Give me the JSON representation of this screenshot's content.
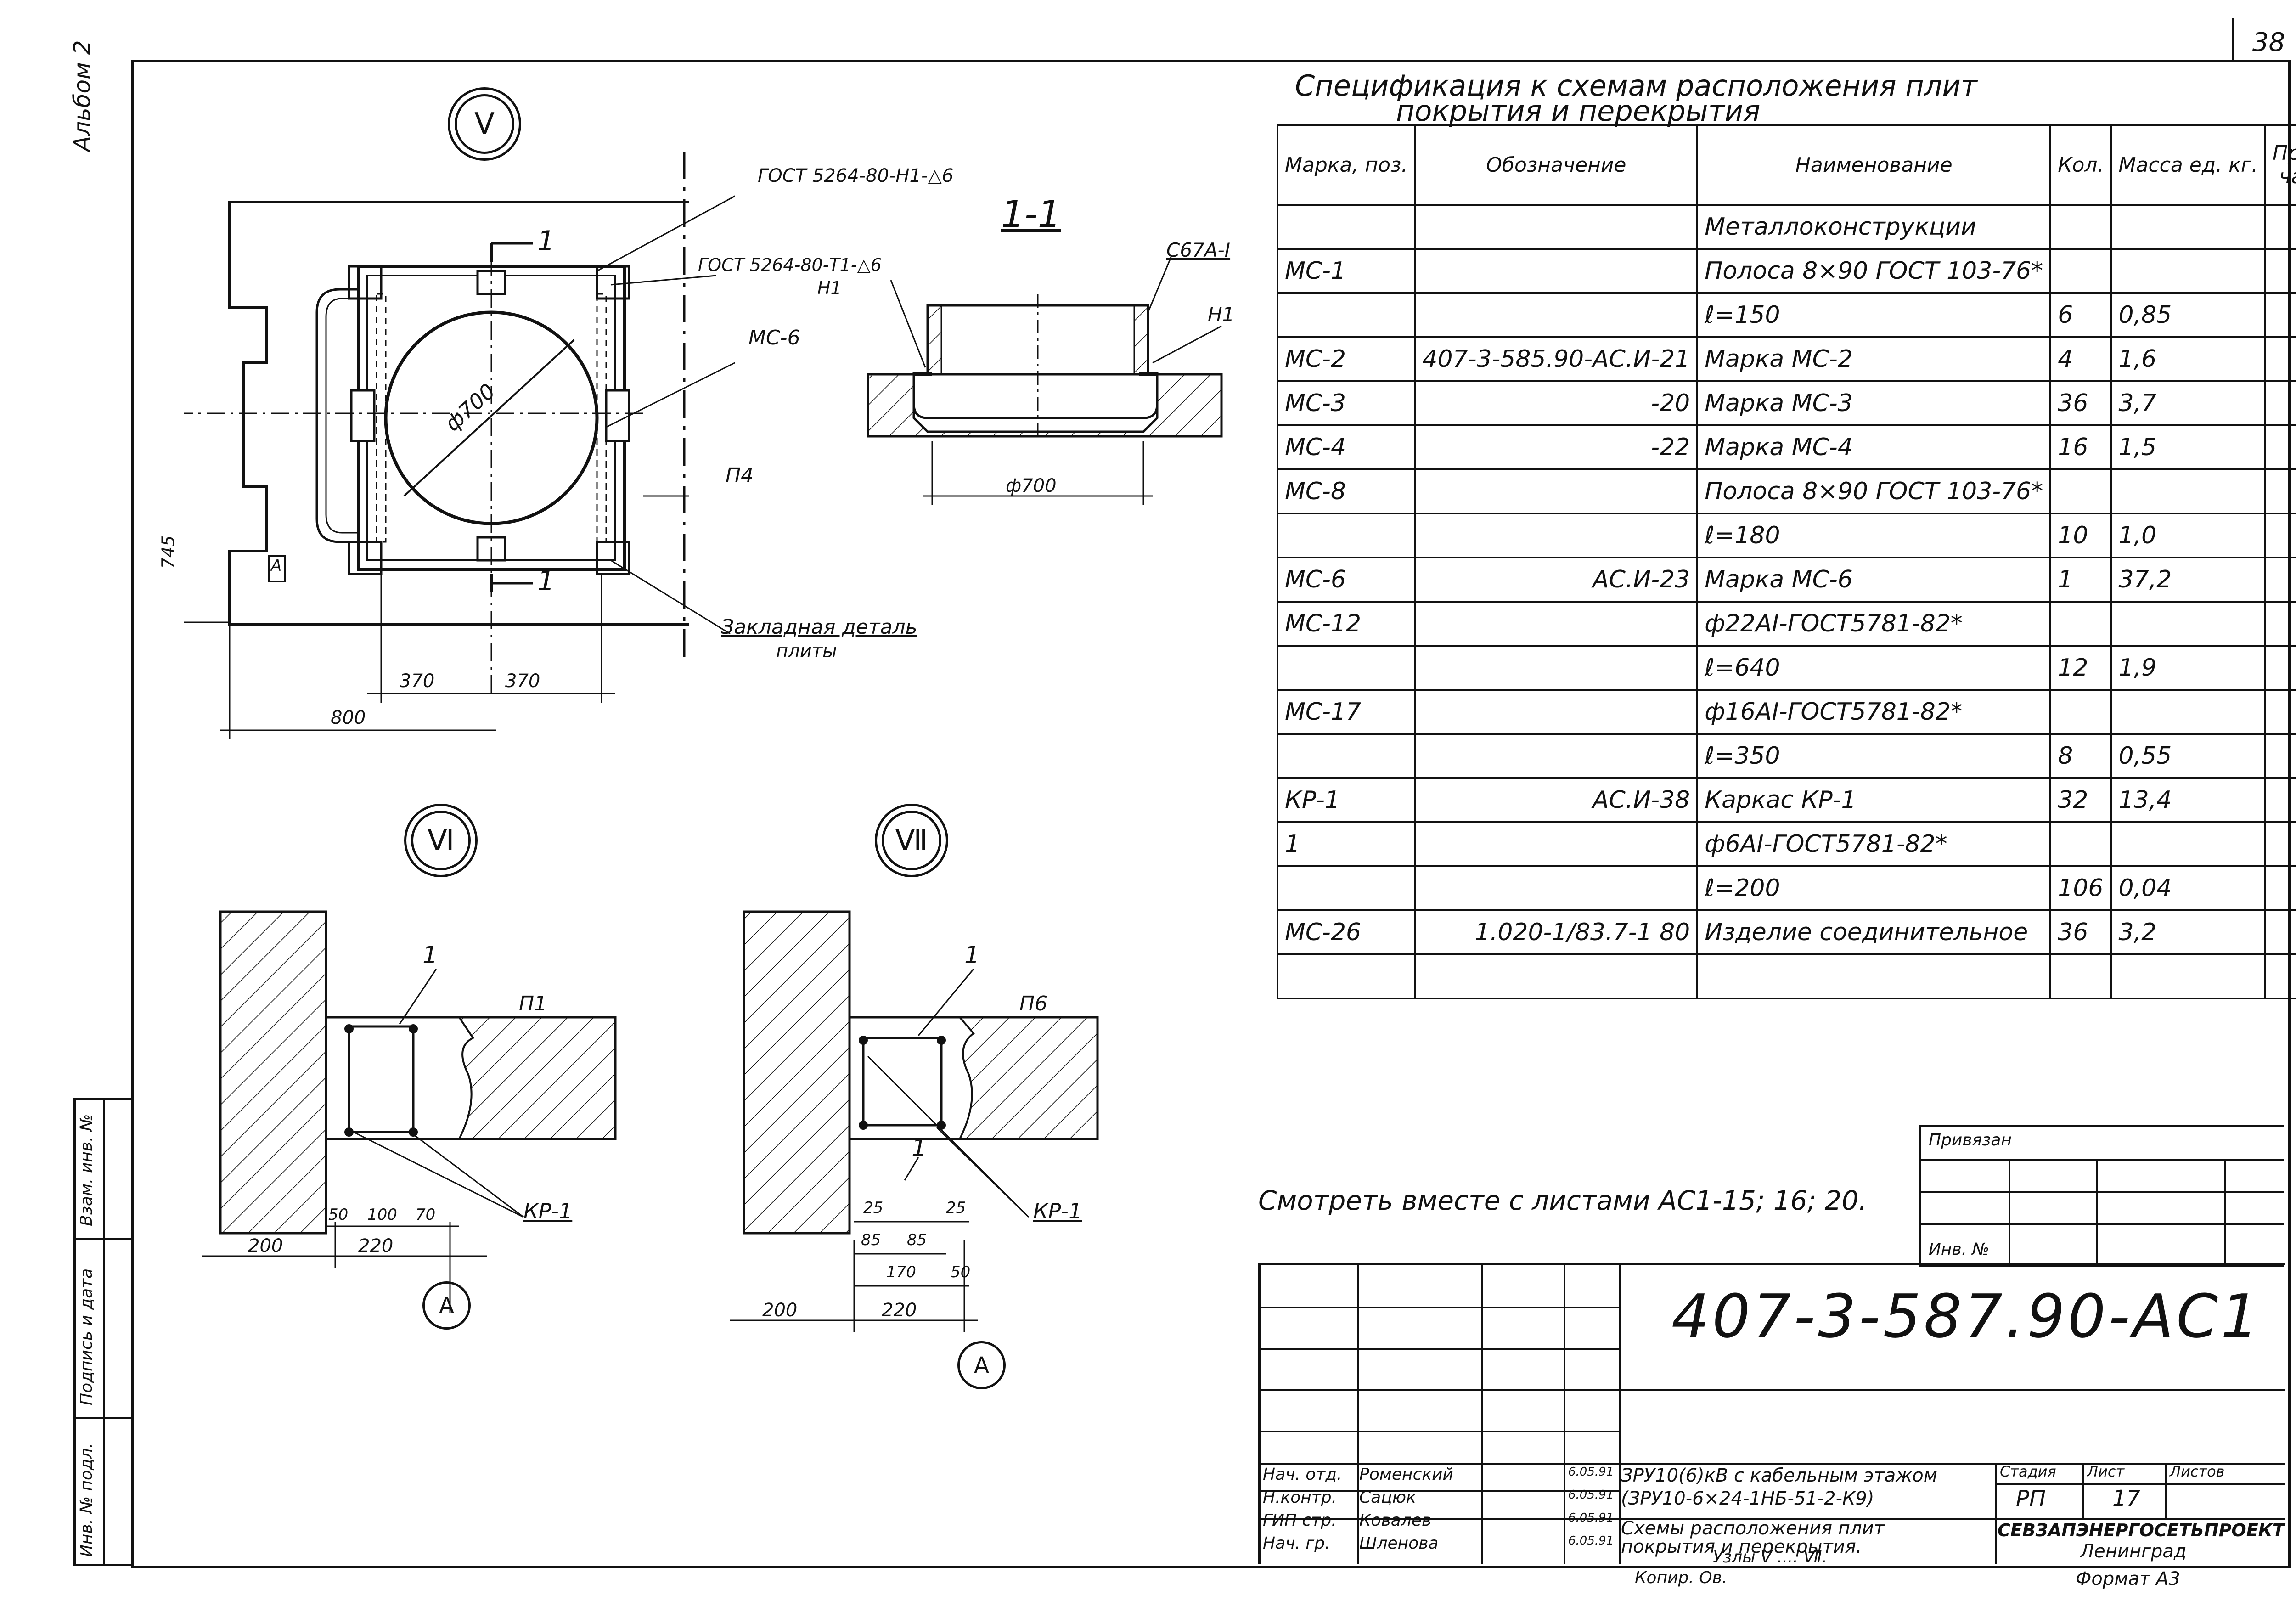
{
  "sheet_number": "38",
  "album_label": "Альбом 2",
  "spec": {
    "title_line1": "Спецификация к схемам расположения плит",
    "title_line2": "покрытия и перекрытия",
    "headers": [
      "Марка, поз.",
      "Обозначение",
      "Наименование",
      "Кол.",
      "Масса ед. кг.",
      "Приме- чание"
    ],
    "rows": [
      {
        "mark": "",
        "designation": "",
        "name": "Металлоконструкции",
        "qty": "",
        "mass": "",
        "note": ""
      },
      {
        "mark": "МС-1",
        "designation": "",
        "name": "Полоса 8×90 ГОСТ 103-76*",
        "qty": "",
        "mass": "",
        "note": ""
      },
      {
        "mark": "",
        "designation": "",
        "name": "ℓ=150",
        "qty": "6",
        "mass": "0,85",
        "note": ""
      },
      {
        "mark": "МС-2",
        "designation": "407-3-585.90-АС.И-21",
        "name": "Марка МС-2",
        "qty": "4",
        "mass": "1,6",
        "note": ""
      },
      {
        "mark": "МС-3",
        "designation": "-20",
        "name": "Марка МС-3",
        "qty": "36",
        "mass": "3,7",
        "note": ""
      },
      {
        "mark": "МС-4",
        "designation": "-22",
        "name": "Марка МС-4",
        "qty": "16",
        "mass": "1,5",
        "note": ""
      },
      {
        "mark": "МС-8",
        "designation": "",
        "name": "Полоса 8×90 ГОСТ 103-76*",
        "qty": "",
        "mass": "",
        "note": ""
      },
      {
        "mark": "",
        "designation": "",
        "name": "ℓ=180",
        "qty": "10",
        "mass": "1,0",
        "note": ""
      },
      {
        "mark": "МС-6",
        "designation": "АС.И-23",
        "name": "Марка МС-6",
        "qty": "1",
        "mass": "37,2",
        "note": ""
      },
      {
        "mark": "МС-12",
        "designation": "",
        "name": "ф22АⅠ-ГОСТ5781-82*",
        "qty": "",
        "mass": "",
        "note": ""
      },
      {
        "mark": "",
        "designation": "",
        "name": "ℓ=640",
        "qty": "12",
        "mass": "1,9",
        "note": ""
      },
      {
        "mark": "МС-17",
        "designation": "",
        "name": "ф16АⅠ-ГОСТ5781-82*",
        "qty": "",
        "mass": "",
        "note": ""
      },
      {
        "mark": "",
        "designation": "",
        "name": "ℓ=350",
        "qty": "8",
        "mass": "0,55",
        "note": ""
      },
      {
        "mark": "КР-1",
        "designation": "АС.И-38",
        "name": "Каркас КР-1",
        "qty": "32",
        "mass": "13,4",
        "note": ""
      },
      {
        "mark": "1",
        "designation": "",
        "name": "ф6АⅠ-ГОСТ5781-82*",
        "qty": "",
        "mass": "",
        "note": ""
      },
      {
        "mark": "",
        "designation": "",
        "name": "ℓ=200",
        "qty": "106",
        "mass": "0,04",
        "note": ""
      },
      {
        "mark": "МС-26",
        "designation": "1.020-1/83.7-1 80",
        "name": "Изделие соединительное",
        "qty": "36",
        "mass": "3,2",
        "note": ""
      },
      {
        "mark": "",
        "designation": "",
        "name": "",
        "qty": "",
        "mass": "",
        "note": ""
      }
    ]
  },
  "see_also": "Смотреть вместе с листами АС1-15; 16; 20.",
  "node5": {
    "label": "Ⅴ",
    "gost1": "ГОСТ 5264-80-Н1-△6",
    "gost2": "ГОСТ 5264-80-Т1-△6",
    "gost2_sub": "Н1",
    "mc6": "МС-6",
    "p4": "П4",
    "diameter": "ф700",
    "zakl1": "Закладная деталь",
    "zakl2": "плиты",
    "dim_745": "745",
    "dim_370a": "370",
    "dim_370b": "370",
    "dim_800": "800",
    "cut_mark": "1",
    "axis_a": "А"
  },
  "section11": {
    "label": "1-1",
    "steel": "С67А-Ⅰ",
    "n1": "Н1",
    "diameter": "ф700"
  },
  "node6": {
    "label": "Ⅵ",
    "slab": "П1",
    "pos": "1",
    "kp": "КР-1",
    "dim_50": "50",
    "dim_100": "100",
    "dim_70": "70",
    "dim_200": "200",
    "dim_220": "220",
    "axis": "А"
  },
  "node7": {
    "label": "Ⅶ",
    "slab": "П6",
    "pos_top": "1",
    "pos_mid": "1",
    "kp": "КР-1",
    "dim_25a": "25",
    "dim_25b": "25",
    "dim_85a": "85",
    "dim_85b": "85",
    "dim_170": "170",
    "dim_50": "50",
    "dim_200": "200",
    "dim_220": "220",
    "axis": "А"
  },
  "side_stamp": [
    "Инв. № подл.",
    "Подпись и дата",
    "Взам. инв. №"
  ],
  "privyazan": {
    "label": "Привязан",
    "inv": "Инв. №"
  },
  "title_block": {
    "code": "407-3-587.90-АС1",
    "roles": [
      {
        "role": "Нач. отд.",
        "name": "Роменский",
        "date": "6.05.91"
      },
      {
        "role": "Н.контр.",
        "name": "Сацюк",
        "date": "6.05.91"
      },
      {
        "role": "ГИП стр.",
        "name": "Ковалев",
        "date": "6.05.91"
      },
      {
        "role": "Нач. гр.",
        "name": "Шленова",
        "date": "6.05.91"
      }
    ],
    "project_line1": "ЗРУ10(6)кВ с кабельным этажом",
    "project_line2": "(ЗРУ10-6×24-1НБ-51-2-К9)",
    "title_line1": "Схемы расположения плит",
    "title_line2": "покрытия и перекрытия.",
    "title_line3": "Узлы Ⅴ .... Ⅶ.",
    "stage_label": "Стадия",
    "sheet_label": "Лист",
    "sheets_label": "Листов",
    "stage": "РП",
    "sheet": "17",
    "org": "СЕВЗАПЭНЕРГОСЕТЬПРОЕКТ",
    "city": "Ленинград",
    "copied": "Копир. Ов.",
    "format": "Формат А3"
  }
}
